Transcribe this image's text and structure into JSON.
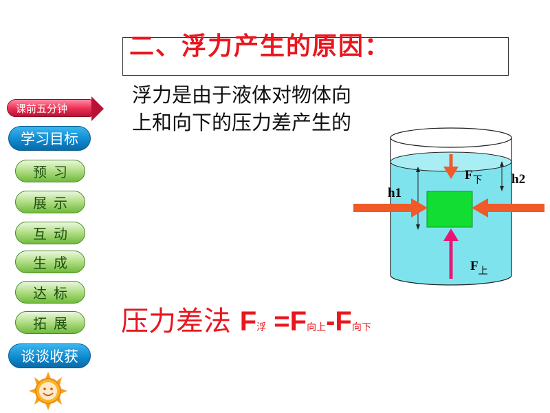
{
  "slide": {
    "title": "二、浮力产生的原因：",
    "description_line1": "浮力是由于液体对物体向",
    "description_line2": "上和向下的压力差产生的"
  },
  "sidebar": {
    "items": [
      {
        "label": "课前五分钟"
      },
      {
        "label": "学习目标"
      },
      {
        "label": "预习"
      },
      {
        "label": "展示"
      },
      {
        "label": "互动"
      },
      {
        "label": "生成"
      },
      {
        "label": "达标"
      },
      {
        "label": "拓展"
      },
      {
        "label": "谈谈收获"
      }
    ]
  },
  "diagram": {
    "label_h1": "h1",
    "label_h2": "h2",
    "label_f_down": "F",
    "label_f_down_sub": "下",
    "label_f_up": "F",
    "label_f_up_sub": "上",
    "colors": {
      "water": "#7fe3ee",
      "block": "#11dd33",
      "arrow_side": "#f05a28",
      "arrow_vertical": "#ea1672"
    }
  },
  "formula": {
    "prefix": "压力差法 ",
    "f1": "F",
    "f1_sub": "浮",
    "eq": " =",
    "f2": "F",
    "f2_sub": "向上",
    "minus": "-",
    "f3": "F",
    "f3_sub": "向下"
  }
}
